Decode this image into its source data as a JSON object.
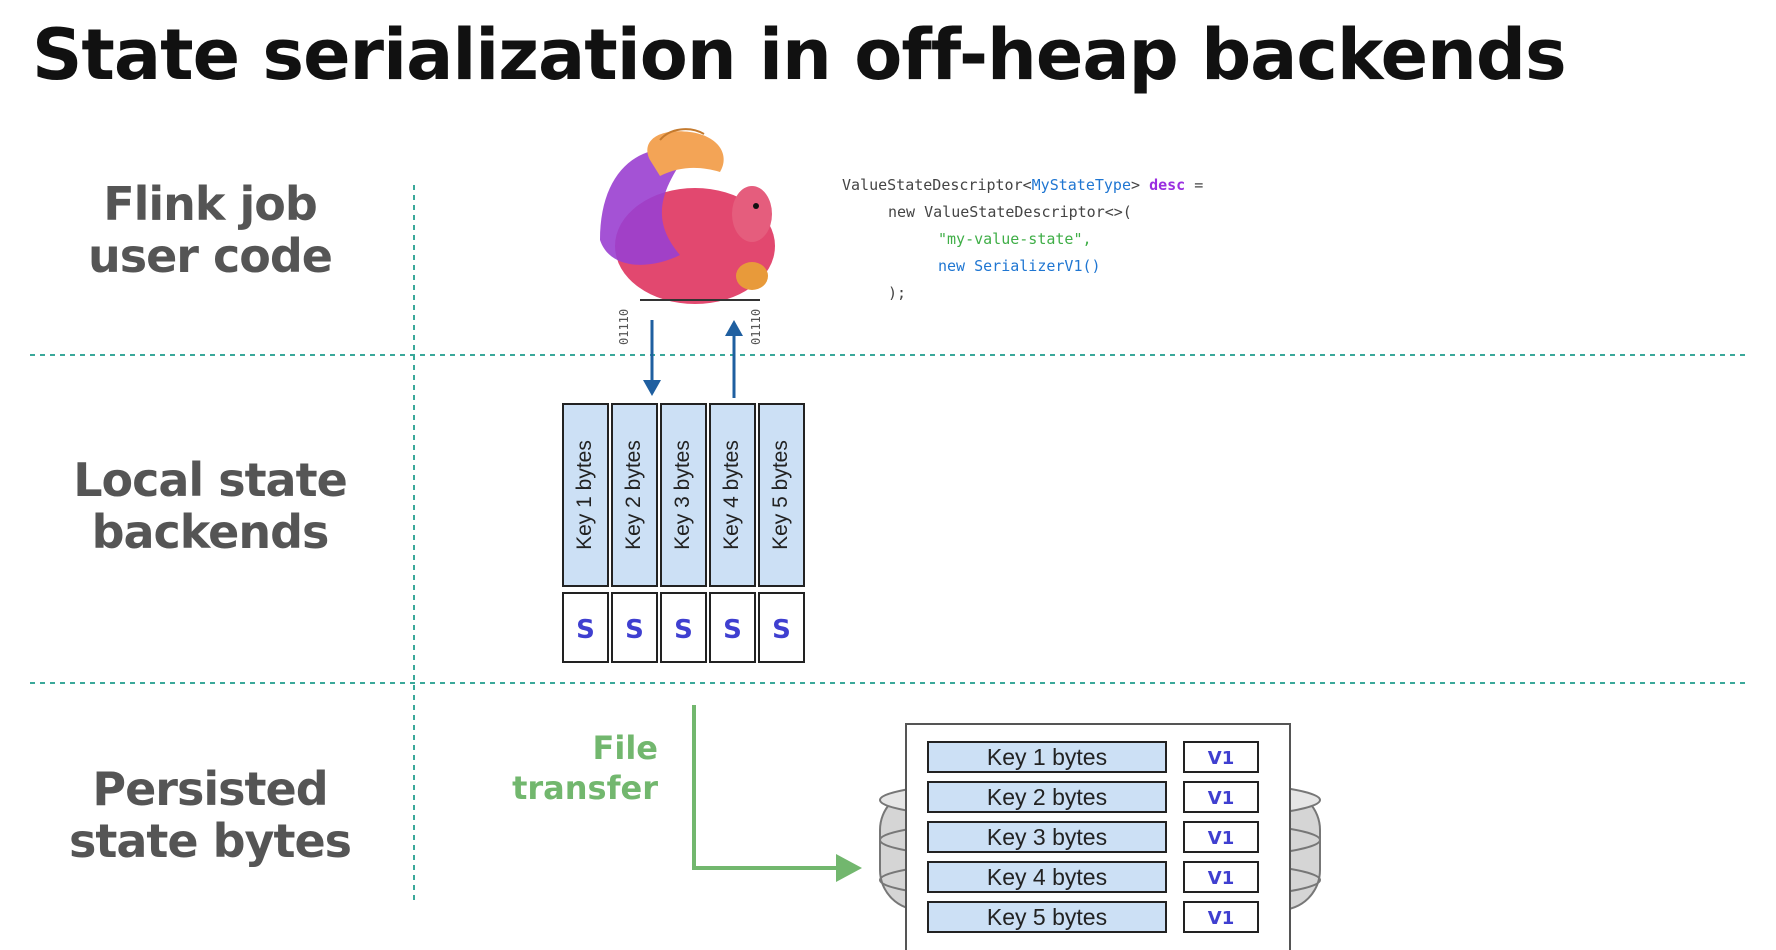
{
  "title": "State serialization in off-heap backends",
  "rows": {
    "user_code": [
      "Flink job",
      "user code"
    ],
    "local_backends": [
      "Local state",
      "backends"
    ],
    "persisted": [
      "Persisted",
      "state bytes"
    ]
  },
  "code": {
    "line1": {
      "a": "ValueStateDescriptor<",
      "type": "MyStateType",
      "b": "> ",
      "var": "desc",
      "c": " ="
    },
    "line2": "new ValueStateDescriptor<>(",
    "line3": "\"my-value-state\",",
    "line4": {
      "kw": "new",
      "cls": " SerializerV1()"
    },
    "line5": ");"
  },
  "binary_label": "01110",
  "local_slots": [
    {
      "key": "Key 1 bytes",
      "serializer": "S"
    },
    {
      "key": "Key 2 bytes",
      "serializer": "S"
    },
    {
      "key": "Key 3 bytes",
      "serializer": "S"
    },
    {
      "key": "Key 4 bytes",
      "serializer": "S"
    },
    {
      "key": "Key 5 bytes",
      "serializer": "S"
    }
  ],
  "file_transfer": [
    "File",
    "transfer"
  ],
  "persisted_rows": [
    {
      "key": "Key 1 bytes",
      "version": "V1"
    },
    {
      "key": "Key 2 bytes",
      "version": "V1"
    },
    {
      "key": "Key 3 bytes",
      "version": "V1"
    },
    {
      "key": "Key 4 bytes",
      "version": "V1"
    },
    {
      "key": "Key 5 bytes",
      "version": "V1"
    }
  ],
  "colors": {
    "divider": "#3aa89a",
    "cell_fill": "#cce0f5",
    "arrow_blue": "#1f5fa0",
    "serializer_text": "#3f3fd0",
    "transfer_green": "#72b76e"
  }
}
